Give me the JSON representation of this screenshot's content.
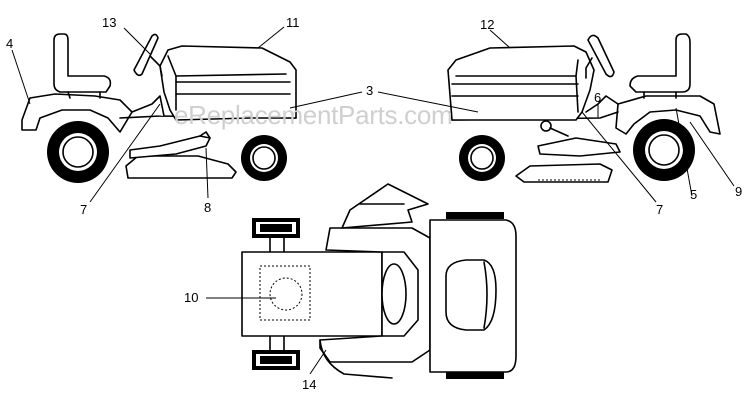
{
  "watermark": "eReplacementParts.com",
  "callouts": {
    "c3": "3",
    "c4": "4",
    "c5": "5",
    "c6": "6",
    "c7_left": "7",
    "c7_right": "7",
    "c8": "8",
    "c9": "9",
    "c10": "10",
    "c11": "11",
    "c12": "12",
    "c13": "13",
    "c14": "14"
  }
}
